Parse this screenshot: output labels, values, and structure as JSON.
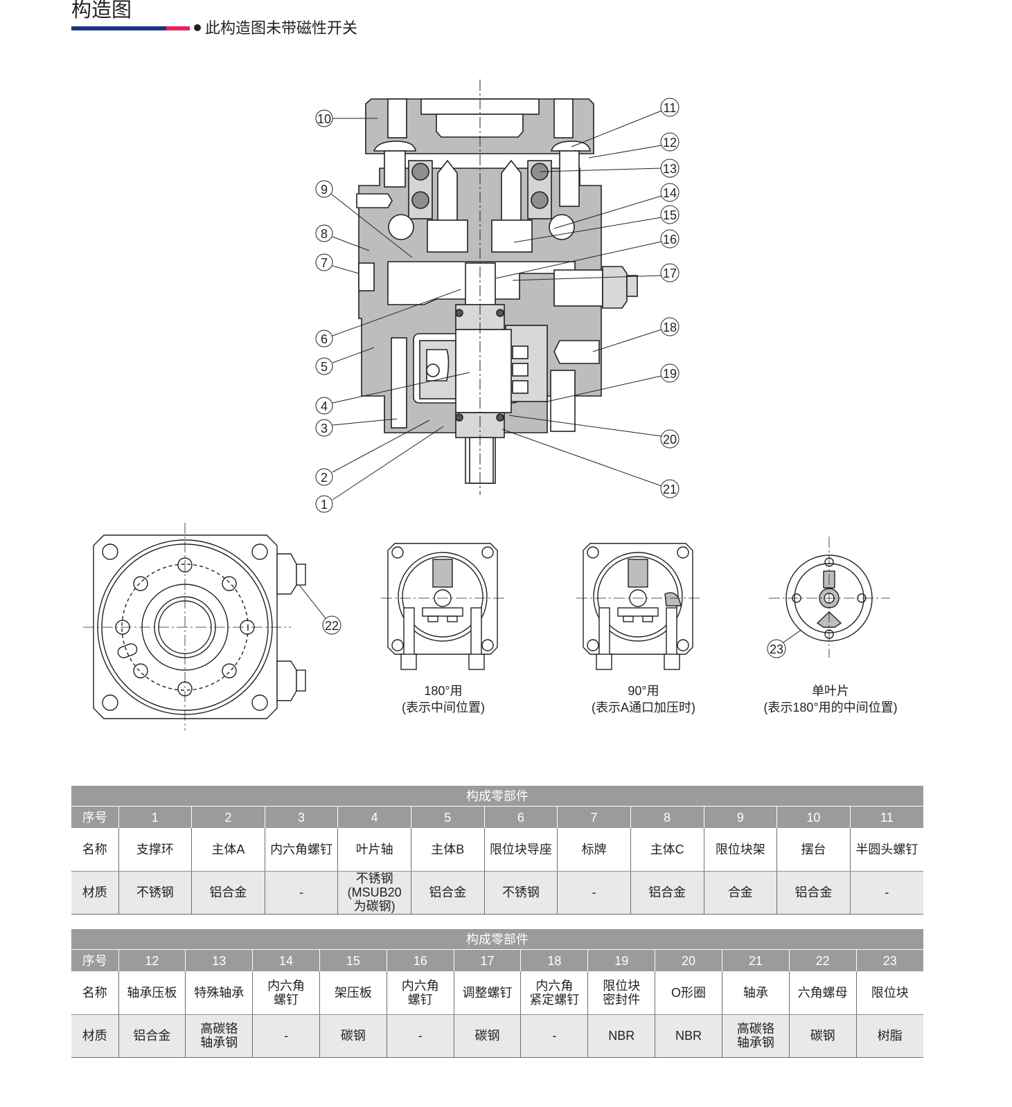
{
  "header": {
    "title": "构造图",
    "note": "此构造图未带磁性开关"
  },
  "colors": {
    "blue": "#1e3587",
    "red": "#e3225c",
    "body_gray": "#bdbdbd",
    "table_header": "#9b9b9c",
    "table_row": "#e9e9ea"
  },
  "callouts": {
    "left": [
      "10",
      "9",
      "8",
      "7",
      "6",
      "5",
      "4",
      "3",
      "2",
      "1"
    ],
    "right": [
      "11",
      "12",
      "13",
      "14",
      "15",
      "16",
      "17",
      "18",
      "19",
      "20",
      "21"
    ],
    "c22": "22",
    "c23": "23"
  },
  "views": [
    {
      "line1": "180°用",
      "line2": "(表示中间位置)"
    },
    {
      "line1": "90°用",
      "line2": "(表示A通口加压时)"
    },
    {
      "line1": "单叶片",
      "line2": "(表示180°用的中间位置)"
    }
  ],
  "tables": [
    {
      "title": "构成零部件",
      "row_labels": [
        "序号",
        "名称",
        "材质"
      ],
      "numbers": [
        "1",
        "2",
        "3",
        "4",
        "5",
        "6",
        "7",
        "8",
        "9",
        "10",
        "11"
      ],
      "names": [
        "支撑环",
        "主体A",
        "内六角螺钉",
        "叶片轴",
        "主体B",
        "限位块导座",
        "标牌",
        "主体C",
        "限位块架",
        "摆台",
        "半圆头螺钉"
      ],
      "materials": [
        "不锈钢",
        "铝合金",
        "-",
        "不锈钢\n(MSUB20\n为碳钢)",
        "铝合金",
        "不锈钢",
        "-",
        "铝合金",
        "合金",
        "铝合金",
        "-"
      ]
    },
    {
      "title": "构成零部件",
      "row_labels": [
        "序号",
        "名称",
        "材质"
      ],
      "numbers": [
        "12",
        "13",
        "14",
        "15",
        "16",
        "17",
        "18",
        "19",
        "20",
        "21",
        "22",
        "23"
      ],
      "names": [
        "轴承压板",
        "特殊轴承",
        "内六角\n螺钉",
        "架压板",
        "内六角\n螺钉",
        "调整螺钉",
        "内六角\n紧定螺钉",
        "限位块\n密封件",
        "O形圈",
        "轴承",
        "六角螺母",
        "限位块"
      ],
      "materials": [
        "铝合金",
        "高碳铬\n轴承钢",
        "-",
        "碳钢",
        "-",
        "碳钢",
        "-",
        "NBR",
        "NBR",
        "高碳铬\n轴承钢",
        "碳钢",
        "树脂"
      ]
    }
  ]
}
